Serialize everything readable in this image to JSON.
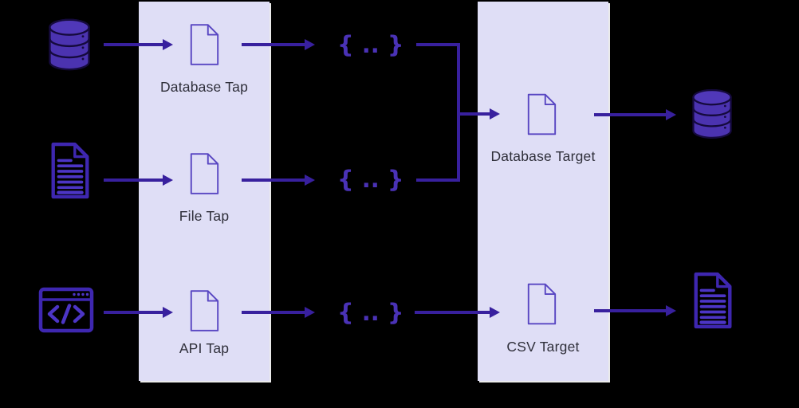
{
  "colors": {
    "background": "#000000",
    "panel": "#dfdef6",
    "arrow": "#38209e",
    "icon_fill": "#4b33b0",
    "icon_stroke": "#150a3d",
    "icon_line": "#4c35c6",
    "doc_outline": "#5846c2",
    "label_text": "#2f2f3a",
    "glyph_accent": "#4a32b6"
  },
  "sources": {
    "items": [
      {
        "icon": "database-icon"
      },
      {
        "icon": "file-document-icon"
      },
      {
        "icon": "api-window-code-icon"
      }
    ]
  },
  "taps": {
    "items": [
      {
        "label": "Database Tap"
      },
      {
        "label": "File Tap"
      },
      {
        "label": "API Tap"
      }
    ]
  },
  "messages": {
    "glyph": "{ .. }"
  },
  "targets": {
    "items": [
      {
        "label": "Database Target"
      },
      {
        "label": "CSV Target"
      }
    ]
  },
  "outputs": {
    "items": [
      {
        "icon": "database-icon"
      },
      {
        "icon": "csv-file-icon"
      }
    ]
  }
}
